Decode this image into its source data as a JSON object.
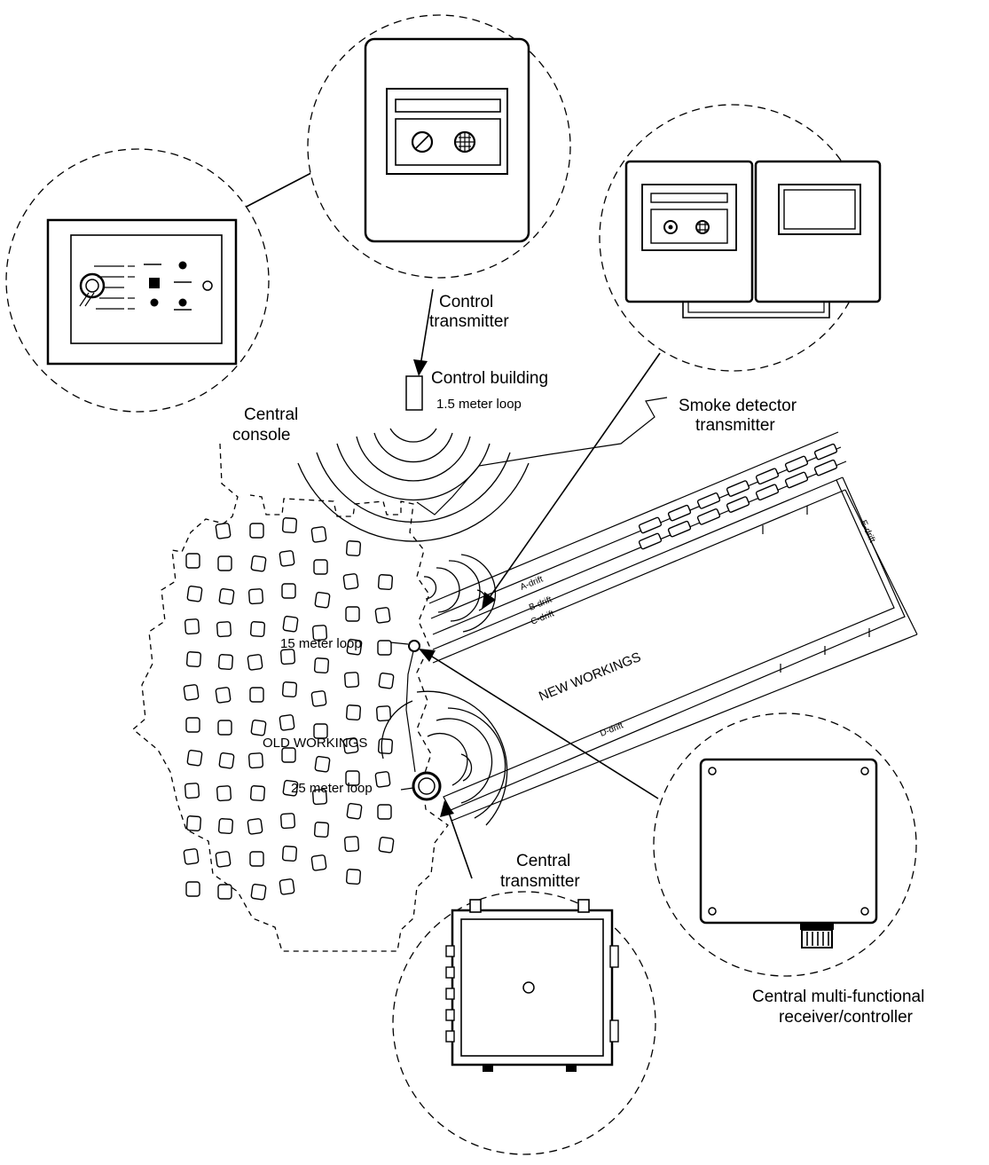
{
  "labels": {
    "control_transmitter": [
      "Control",
      "transmitter"
    ],
    "control_building": "Control building",
    "loop_1_5": "1.5 meter loop",
    "central_console": [
      "Central",
      "console"
    ],
    "smoke_detector": [
      "Smoke detector",
      "transmitter"
    ],
    "loop_15": "15 meter loop",
    "loop_25": "25 meter loop",
    "old_workings": "OLD WORKINGS",
    "new_workings": "NEW WORKINGS",
    "central_transmitter": [
      "Central",
      "transmitter"
    ],
    "receiver_controller": [
      "Central multi-functional",
      "receiver/controller"
    ]
  },
  "drifts": {
    "a": "A-drift",
    "b": "B-drift",
    "c": "C-drift",
    "d": "D-drift",
    "e": "E-drift"
  }
}
